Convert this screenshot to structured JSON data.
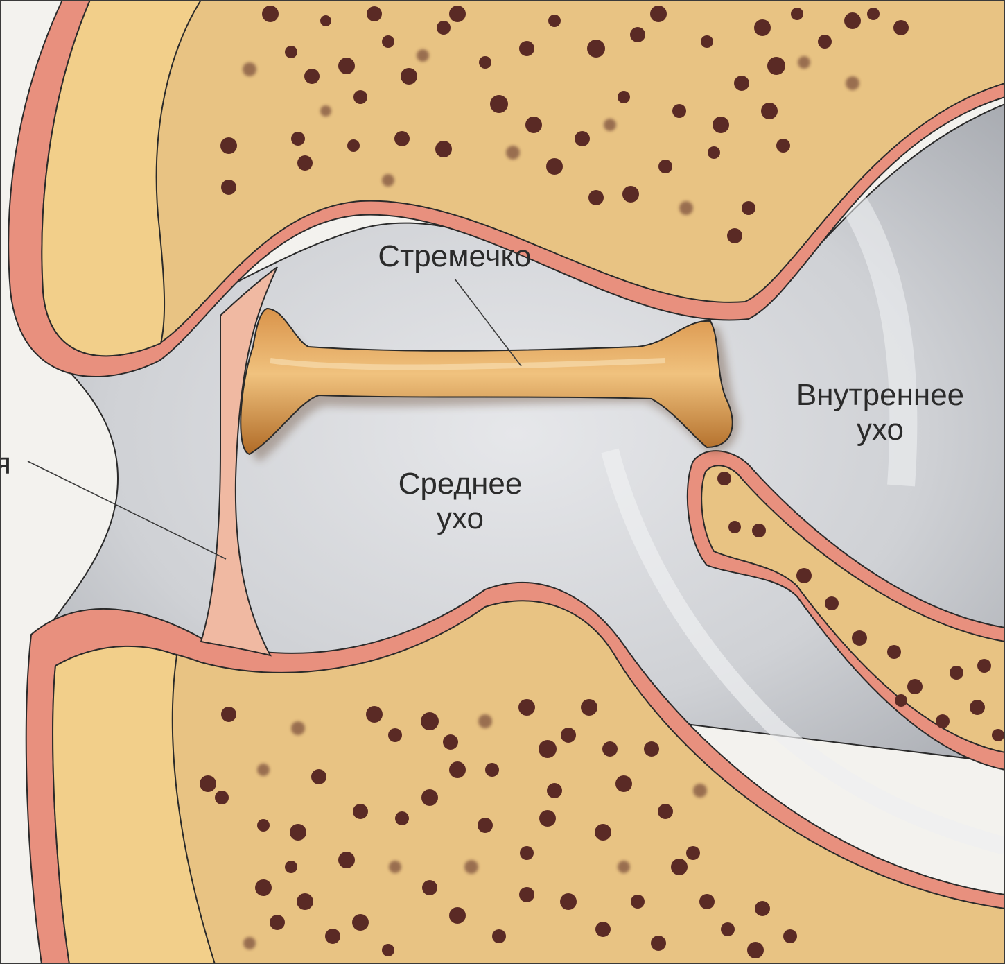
{
  "labels": {
    "stapes": "Стремечко",
    "middle_ear_line1": "Среднее",
    "middle_ear_line2": "ухо",
    "inner_ear_line1": "Внутреннее",
    "inner_ear_line2": "ухо",
    "left_cut": "я"
  },
  "colors": {
    "background": "#f3f2ee",
    "bone": "#e8c383",
    "bone_light": "#f2cf8a",
    "marrow_dots": "#5a2a25",
    "mucosa": "#e8907e",
    "cavity": "#c6c8cc",
    "stapes": "#c98238",
    "membrane": "#f0b9a2",
    "outline": "#2a2a2a"
  }
}
